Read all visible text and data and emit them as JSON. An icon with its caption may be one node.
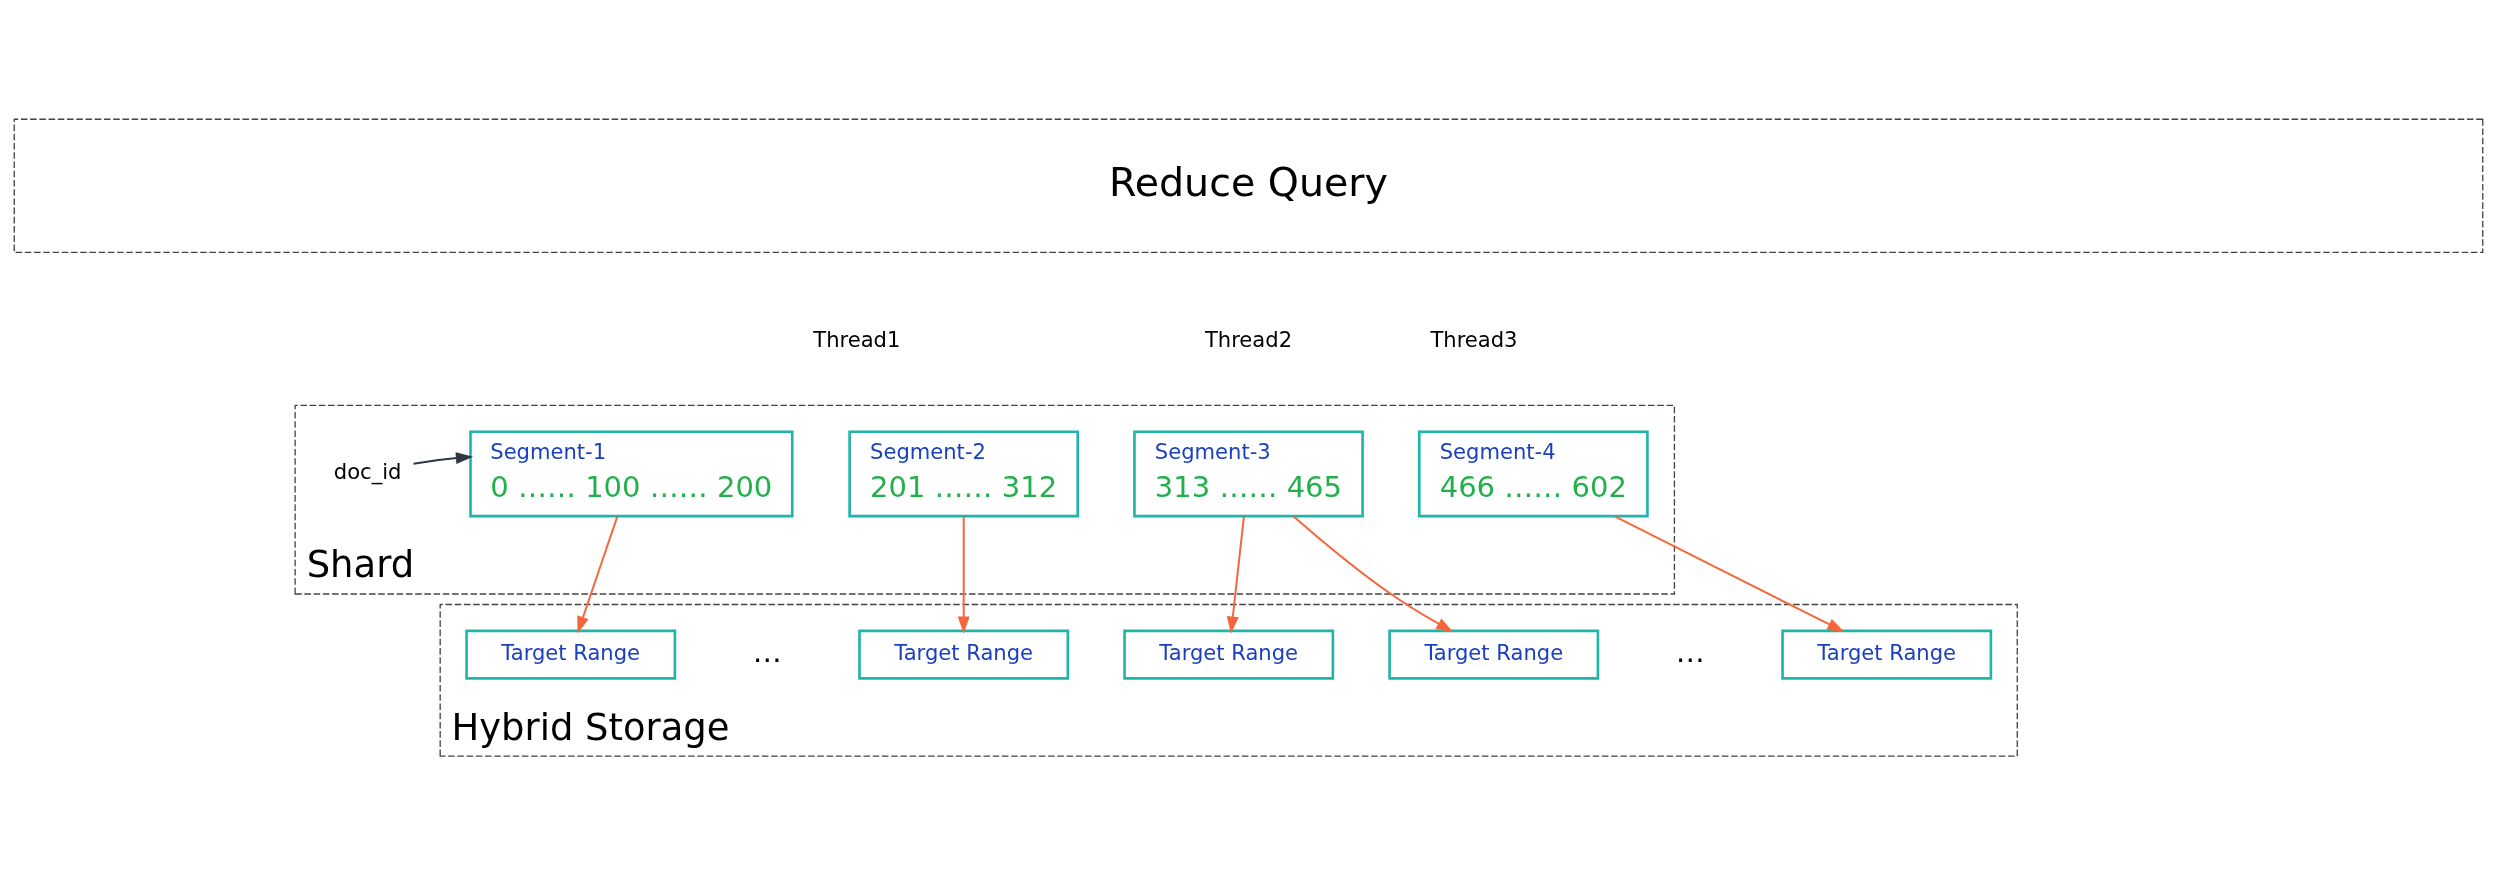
{
  "diagram": {
    "nodes": [
      {
        "text": [
          "Reduce Query"
        ]
      },
      {
        "text": [
          "Shard"
        ]
      },
      {
        "text": [
          "Segment-1",
          "0 …… 100 …… 200"
        ],
        "in": 1
      },
      {
        "text": [
          "Segment-2",
          "201 …… 312"
        ],
        "in": 1
      },
      {
        "text": [
          "Segment-3",
          "313 …… 465"
        ],
        "in": 1
      },
      {
        "text": [
          "Segment-4",
          "466 …… 602"
        ],
        "in": 1
      },
      {
        "text": [
          "doc_id"
        ],
        "in": 1
      },
      {
        "text": [
          "Hybrid Storage"
        ]
      },
      {
        "text": [
          "Target Range"
        ],
        "in": 7
      },
      {
        "text": [
          "Target Range"
        ],
        "in": 7
      },
      {
        "text": [
          "Target Range"
        ],
        "in": 7
      },
      {
        "text": [
          "Target Range"
        ],
        "in": 7
      },
      {
        "text": [
          "Target Range"
        ],
        "in": 7
      }
    ],
    "edges": [
      {
        "from": 6,
        "to": 2,
        "arrow": "to",
        "color": "#2f3542"
      },
      {
        "from": 2,
        "to": 8,
        "arrow": "to"
      },
      {
        "from": 3,
        "to": 9,
        "arrow": "to"
      },
      {
        "from": 4,
        "to": 10,
        "arrow": "to"
      },
      {
        "from": 4,
        "to": 11,
        "arrow": "to"
      },
      {
        "from": 5,
        "to": 12,
        "arrow": "to"
      }
    ],
    "labels": [
      "Thread1",
      "Thread2",
      "Thread3",
      "…",
      "…"
    ]
  }
}
